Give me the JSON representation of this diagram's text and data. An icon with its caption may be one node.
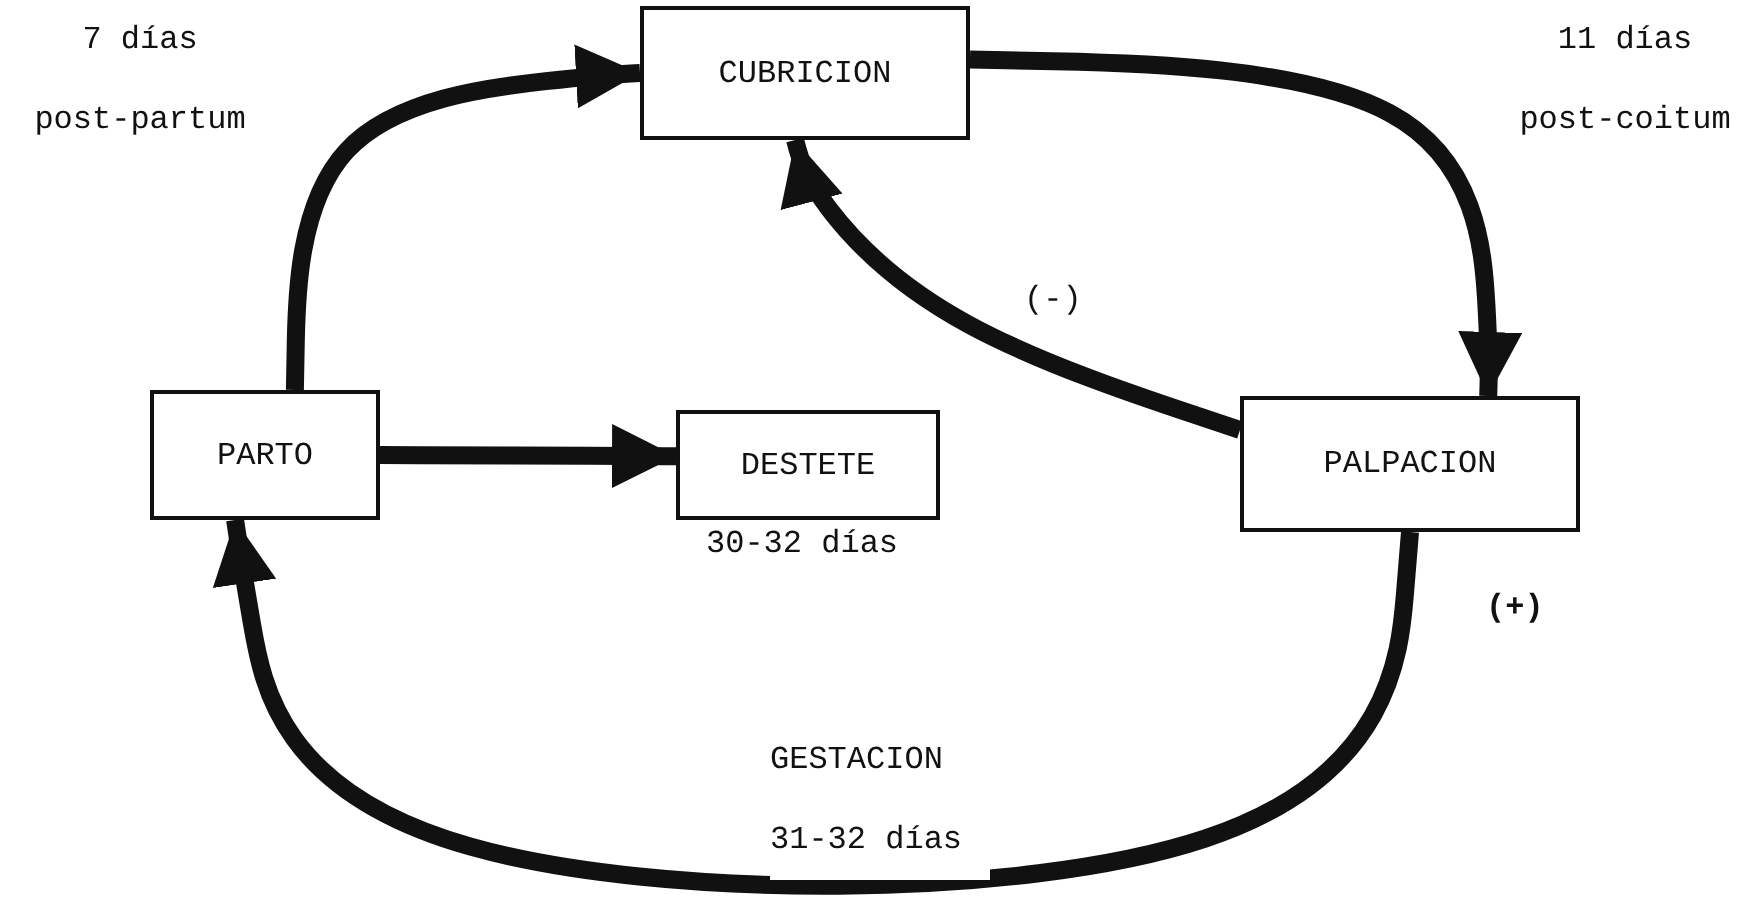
{
  "diagram": {
    "nodes": [
      {
        "text": [
          "CUBRICION"
        ]
      },
      {
        "text": [
          "PARTO"
        ]
      },
      {
        "text": [
          "DESTETE"
        ],
        "beside": [
          "30-32 días"
        ]
      },
      {
        "text": [
          "PALPACION"
        ]
      }
    ],
    "edges": [
      {
        "from": 1,
        "to": 0,
        "arrow": "to",
        "label": "7 días post-partum"
      },
      {
        "from": 0,
        "to": 3,
        "arrow": "to",
        "label": "11 días post-coitum"
      },
      {
        "from": 3,
        "to": 0,
        "arrow": "to",
        "label": "(-)"
      },
      {
        "from": 1,
        "to": 2,
        "arrow": "to"
      },
      {
        "from": 3,
        "to": 1,
        "arrow": "to",
        "label": "GESTACION 31-32 días"
      }
    ],
    "labels": [
      "(+)"
    ]
  }
}
